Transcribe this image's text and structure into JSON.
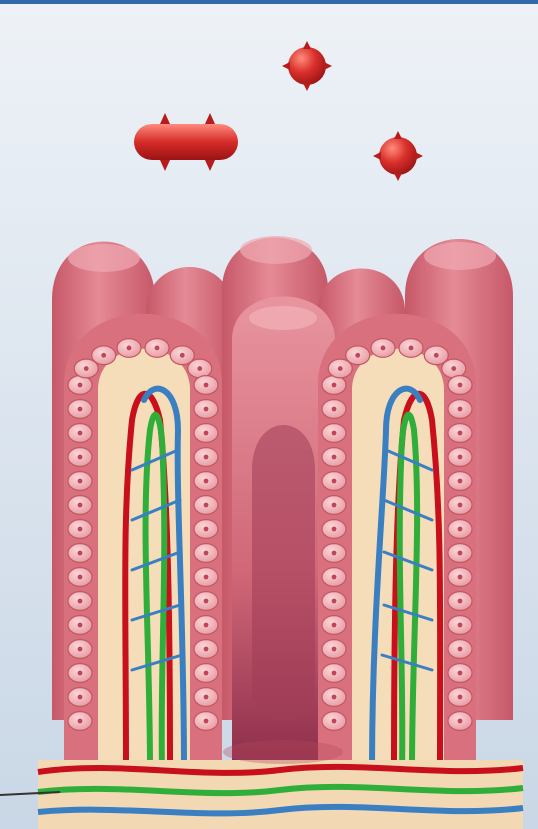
{
  "diagram": {
    "subject": "intestinal-villi-cross-section",
    "particles": [
      {
        "shape": "rod",
        "name": "rod-particle"
      },
      {
        "shape": "round",
        "name": "round-particle-top"
      },
      {
        "shape": "round",
        "name": "round-particle-right"
      }
    ],
    "vessels": [
      {
        "name": "arteriole",
        "color": "#c8101c"
      },
      {
        "name": "venule",
        "color": "#3a7fc2"
      },
      {
        "name": "lacteal",
        "color": "#2fae3a"
      }
    ],
    "colors": {
      "background_top": "#e6edf4",
      "background_bottom": "#cfdbe7",
      "villus_outer": "#d9707e",
      "villus_outer_dark": "#b84d5c",
      "epithelium_cell": "#f2b3b8",
      "epithelium_outline": "#c45562",
      "lamina_core": "#f4ddb8",
      "lumen_fill": "#a03c58",
      "particle": "#d22a2a"
    }
  }
}
